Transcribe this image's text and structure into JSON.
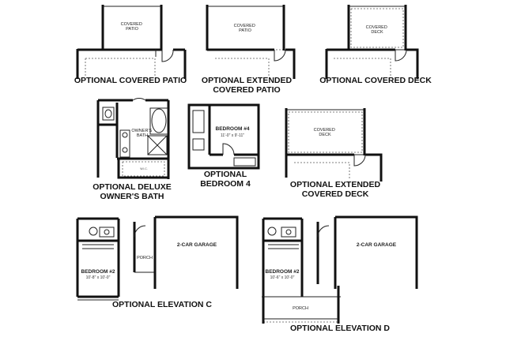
{
  "panels": {
    "covered_patio": {
      "caption": "OPTIONAL COVERED PATIO",
      "room": "COVERED PATIO"
    },
    "extended_patio": {
      "caption_line1": "OPTIONAL EXTENDED",
      "caption_line2": "COVERED PATIO",
      "room": "COVERED PATIO"
    },
    "covered_deck": {
      "caption": "OPTIONAL COVERED DECK",
      "room": "COVERED DECK"
    },
    "deluxe_bath": {
      "caption_line1": "OPTIONAL DELUXE",
      "caption_line2": "OWNER'S BATH",
      "room": "OWNER'S BATH",
      "closet": "W.I.C."
    },
    "bedroom4": {
      "caption_line1": "OPTIONAL",
      "caption_line2": "BEDROOM 4",
      "room": "BEDROOM #4",
      "dims": "11'-0\" x 9'-11\""
    },
    "extended_deck": {
      "caption_line1": "OPTIONAL EXTENDED",
      "caption_line2": "COVERED DECK",
      "room": "COVERED DECK"
    },
    "elevation_c": {
      "caption": "OPTIONAL ELEVATION C",
      "bedroom": "BEDROOM #2",
      "bedroom_dims": "10'-8\" x 10'-0\"",
      "porch": "PORCH",
      "garage": "2-CAR GARAGE"
    },
    "elevation_d": {
      "caption": "OPTIONAL ELEVATION D",
      "bedroom": "BEDROOM #2",
      "bedroom_dims": "10'-6\" x 10'-0\"",
      "porch": "PORCH",
      "garage": "2-CAR GARAGE"
    }
  }
}
